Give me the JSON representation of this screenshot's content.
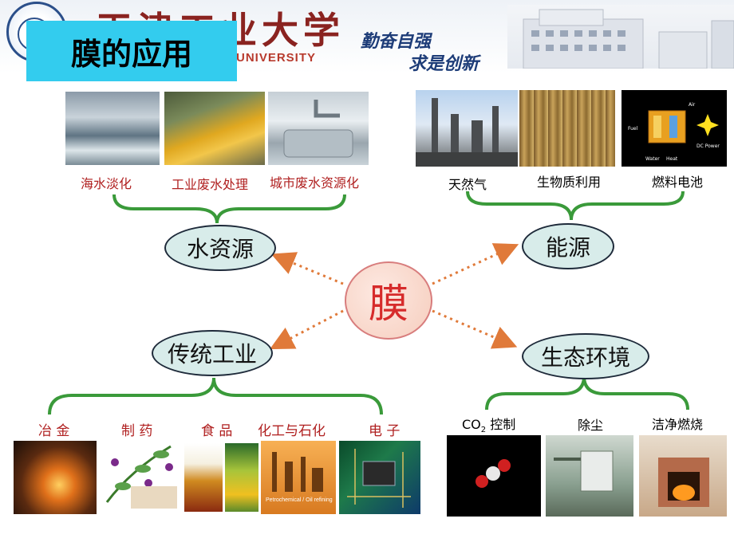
{
  "header": {
    "university_name_cn": "天津工业大学",
    "university_name_en": "UNIVERSITY",
    "motto_line1": "勤奋自强",
    "motto_line2": "求是创新"
  },
  "title": "膜的应用",
  "center_label": "膜",
  "categories": {
    "water": {
      "label": "水资源",
      "items": [
        "海水淡化",
        "工业废水处理",
        "城市废水资源化"
      ]
    },
    "energy": {
      "label": "能源",
      "items": [
        "天然气",
        "生物质利用",
        "燃料电池"
      ]
    },
    "industry": {
      "label": "传统工业",
      "items": [
        "冶 金",
        "制 药",
        "食 品",
        "化工与石化",
        "电 子"
      ]
    },
    "eco": {
      "label": "生态环境",
      "items": [
        "CO",
        "2",
        "控制",
        "除尘",
        "洁净燃烧"
      ]
    }
  },
  "image_text": {
    "petrochemical": "Petrochemical / Oil refining",
    "fuel_cell_air": "Air",
    "fuel_cell_fuel": "Fuel",
    "fuel_cell_dc": "DC Power",
    "fuel_cell_water": "Water",
    "fuel_cell_heat": "Heat"
  },
  "colors": {
    "title_bg": "#33ccee",
    "brace_green": "#3a9a3a",
    "arrow_orange": "#e07a3a",
    "label_red": "#b02020",
    "oval_fill": "#d8ecea"
  }
}
